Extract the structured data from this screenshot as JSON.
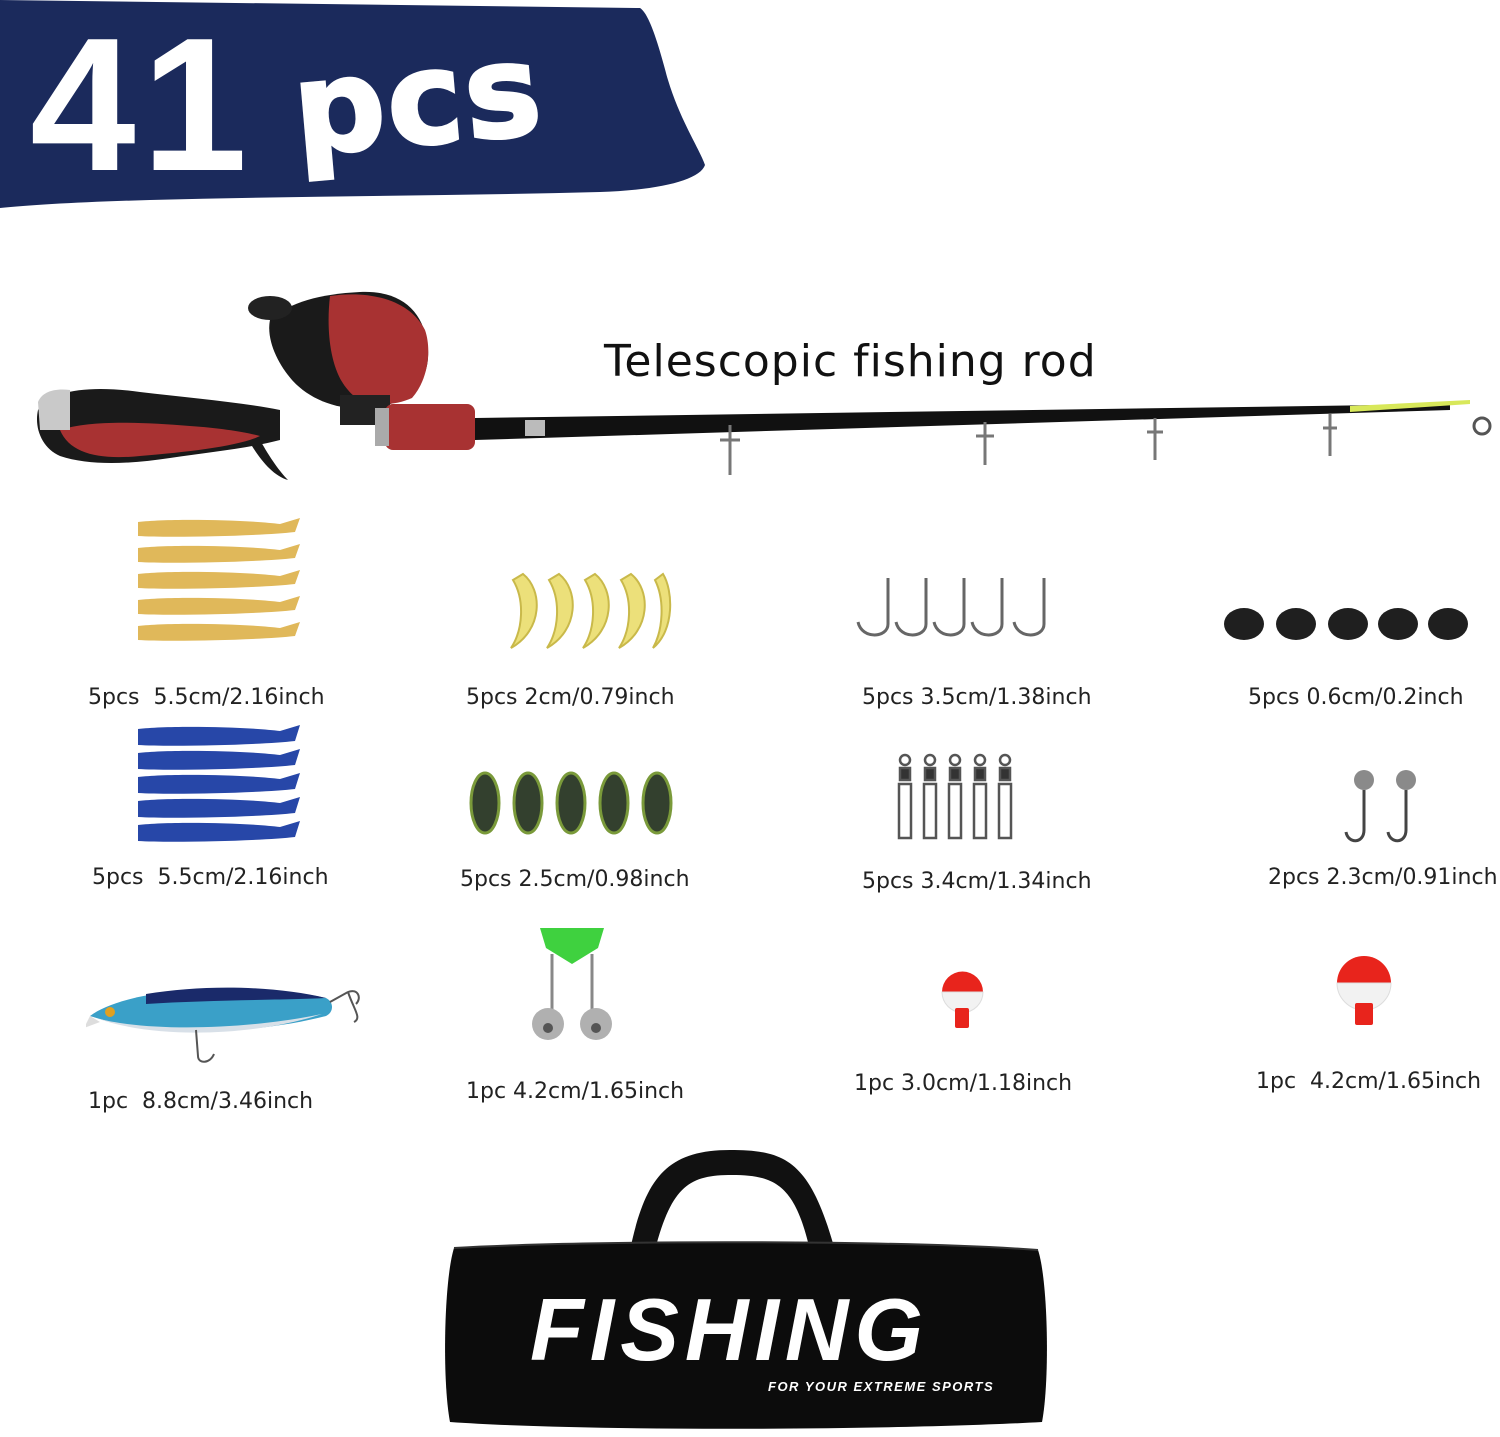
{
  "banner": {
    "count": "41",
    "unit": "pcs",
    "color": "#1b2a5c"
  },
  "rod": {
    "title": "Telescopic fishing rod",
    "icon": "fishing-rod-icon"
  },
  "items": [
    {
      "icon": "gold-soft-worm-icon",
      "caption": "5pcs  5.5cm/2.16inch"
    },
    {
      "icon": "yellow-grub-icon",
      "caption": "5pcs 2cm/0.79inch"
    },
    {
      "icon": "fish-hook-icon",
      "caption": "5pcs 3.5cm/1.38inch"
    },
    {
      "icon": "split-shot-sinker-icon",
      "caption": "5pcs 0.6cm/0.2inch"
    },
    {
      "icon": "blue-soft-worm-icon",
      "caption": "5pcs  5.5cm/2.16inch"
    },
    {
      "icon": "cricket-bait-icon",
      "caption": "5pcs 2.5cm/0.98inch"
    },
    {
      "icon": "swivel-snap-icon",
      "caption": "5pcs 3.4cm/1.34inch"
    },
    {
      "icon": "jig-head-hook-icon",
      "caption": "2pcs 2.3cm/0.91inch"
    },
    {
      "icon": "minnow-crankbait-icon",
      "caption": "1pc  8.8cm/3.46inch"
    },
    {
      "icon": "bite-alarm-bell-icon",
      "caption": "1pc 4.2cm/1.65inch"
    },
    {
      "icon": "small-bobber-icon",
      "caption": "1pc 3.0cm/1.18inch"
    },
    {
      "icon": "large-bobber-icon",
      "caption": "1pc  4.2cm/1.65inch"
    }
  ],
  "bag": {
    "icon": "carry-bag-icon",
    "brand": "FISHING",
    "tagline": "FOR YOUR EXTREME SPORTS"
  }
}
